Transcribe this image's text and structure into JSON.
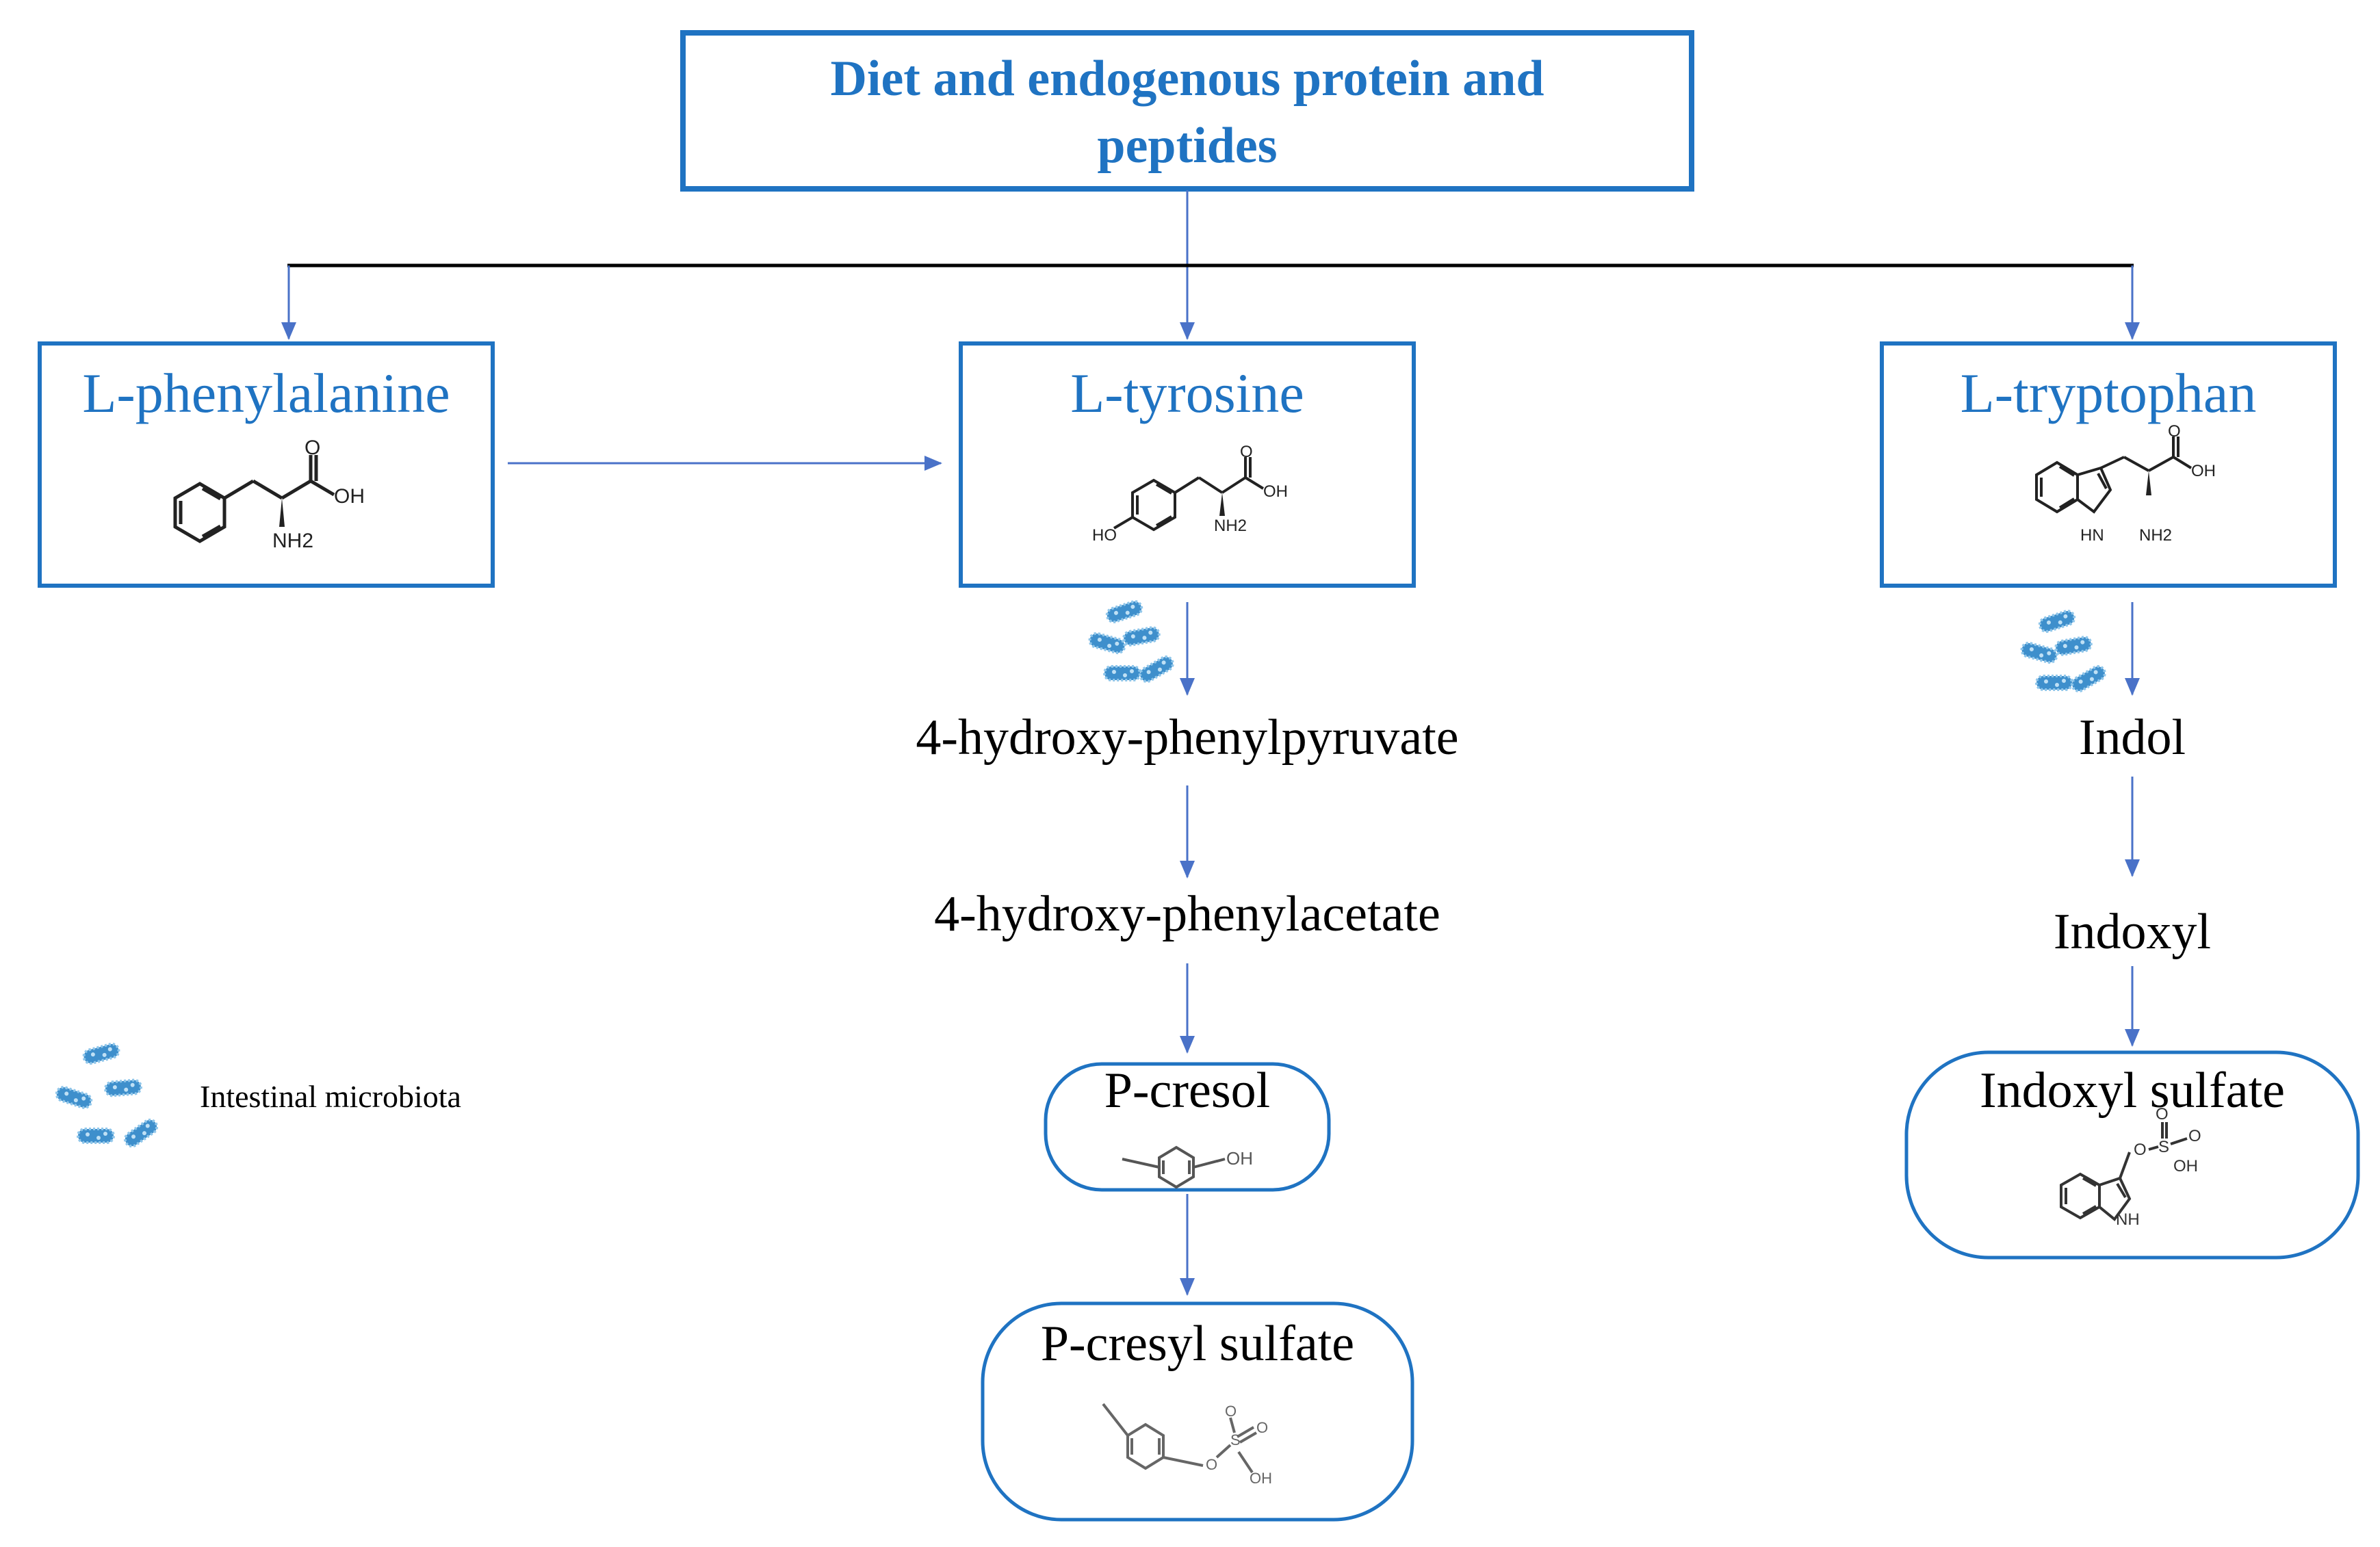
{
  "top_box": {
    "line1": "Diet and endogenous protein and",
    "line2": "peptides"
  },
  "branches": {
    "phe": {
      "title": "L-phenylalanine"
    },
    "tyr": {
      "title": "L-tyrosine"
    },
    "trp": {
      "title": "L-tryptophan"
    }
  },
  "tyr_path": {
    "step1": "4-hydroxy-phenylpyruvate",
    "step2": "4-hydroxy-phenylacetate",
    "step3": "P-cresol",
    "step4": "P-cresyl sulfate"
  },
  "trp_path": {
    "step1": "Indol",
    "step2": "Indoxyl",
    "step3": "Indoxyl sulfate"
  },
  "structure_labels": {
    "o": "O",
    "oh": "OH",
    "nh2": "NH2",
    "ho": "HO",
    "hn": "HN",
    "nh": "NH",
    "s": "S"
  },
  "legend": {
    "label": "Intestinal microbiota",
    "icon": "bacteria-icon"
  },
  "colors": {
    "box_border": "#1f73c2",
    "arrow": "#4a72c8",
    "title": "#1f73c2",
    "bacteria": "#3e8fcc"
  }
}
